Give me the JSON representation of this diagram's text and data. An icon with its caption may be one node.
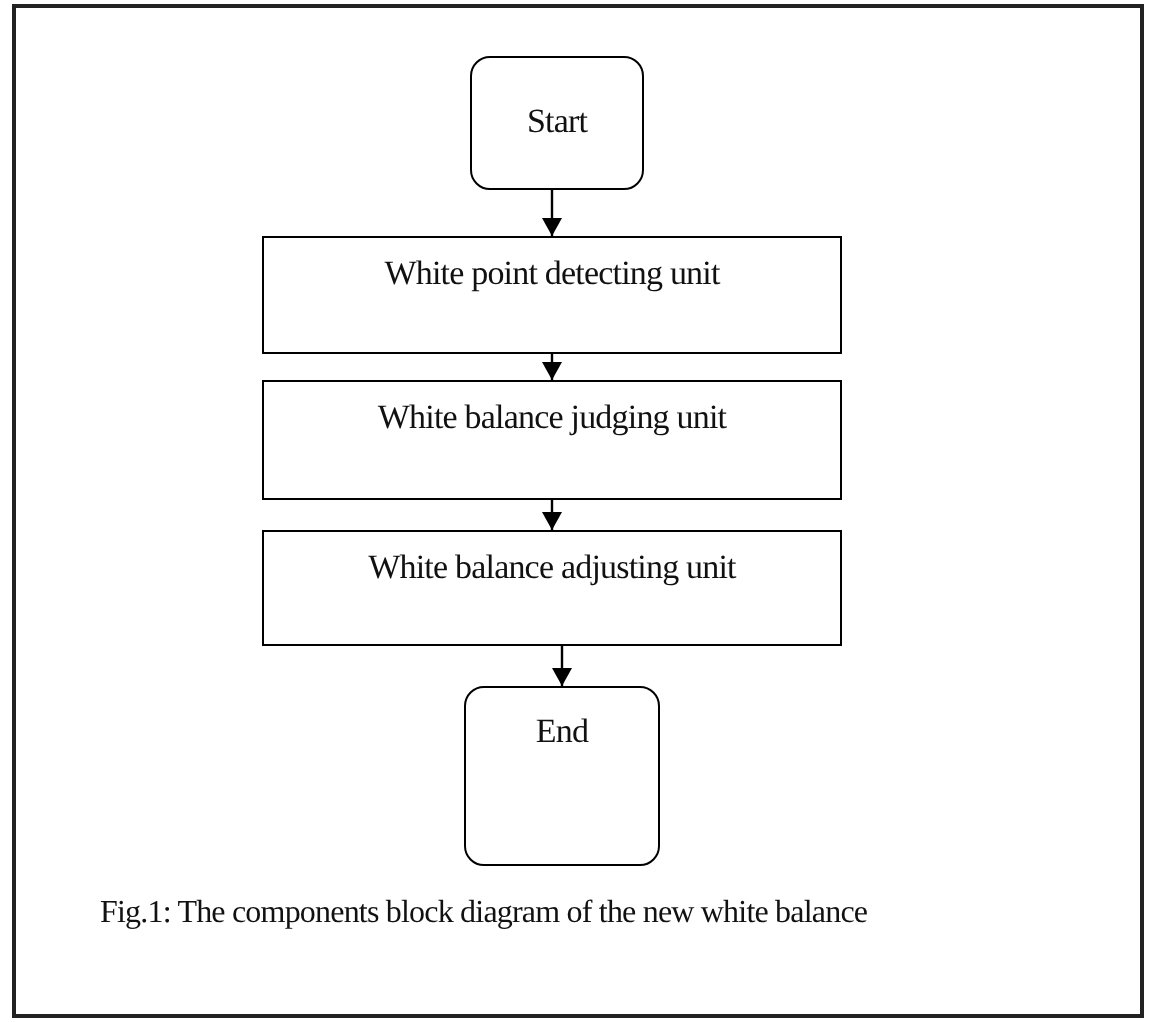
{
  "diagram": {
    "caption": "Fig.1: The components block diagram of the new white balance",
    "nodes": [
      {
        "text": [
          "Start"
        ]
      },
      {
        "text": [
          "White point detecting unit"
        ]
      },
      {
        "text": [
          "White balance judging unit"
        ]
      },
      {
        "text": [
          "White balance adjusting unit"
        ]
      },
      {
        "text": [
          "End"
        ]
      }
    ],
    "edges": [
      {
        "from": 0,
        "to": 1,
        "arrow": "to"
      },
      {
        "from": 1,
        "to": 2,
        "arrow": "to"
      },
      {
        "from": 2,
        "to": 3,
        "arrow": "to"
      },
      {
        "from": 3,
        "to": 4,
        "arrow": "to"
      }
    ]
  }
}
